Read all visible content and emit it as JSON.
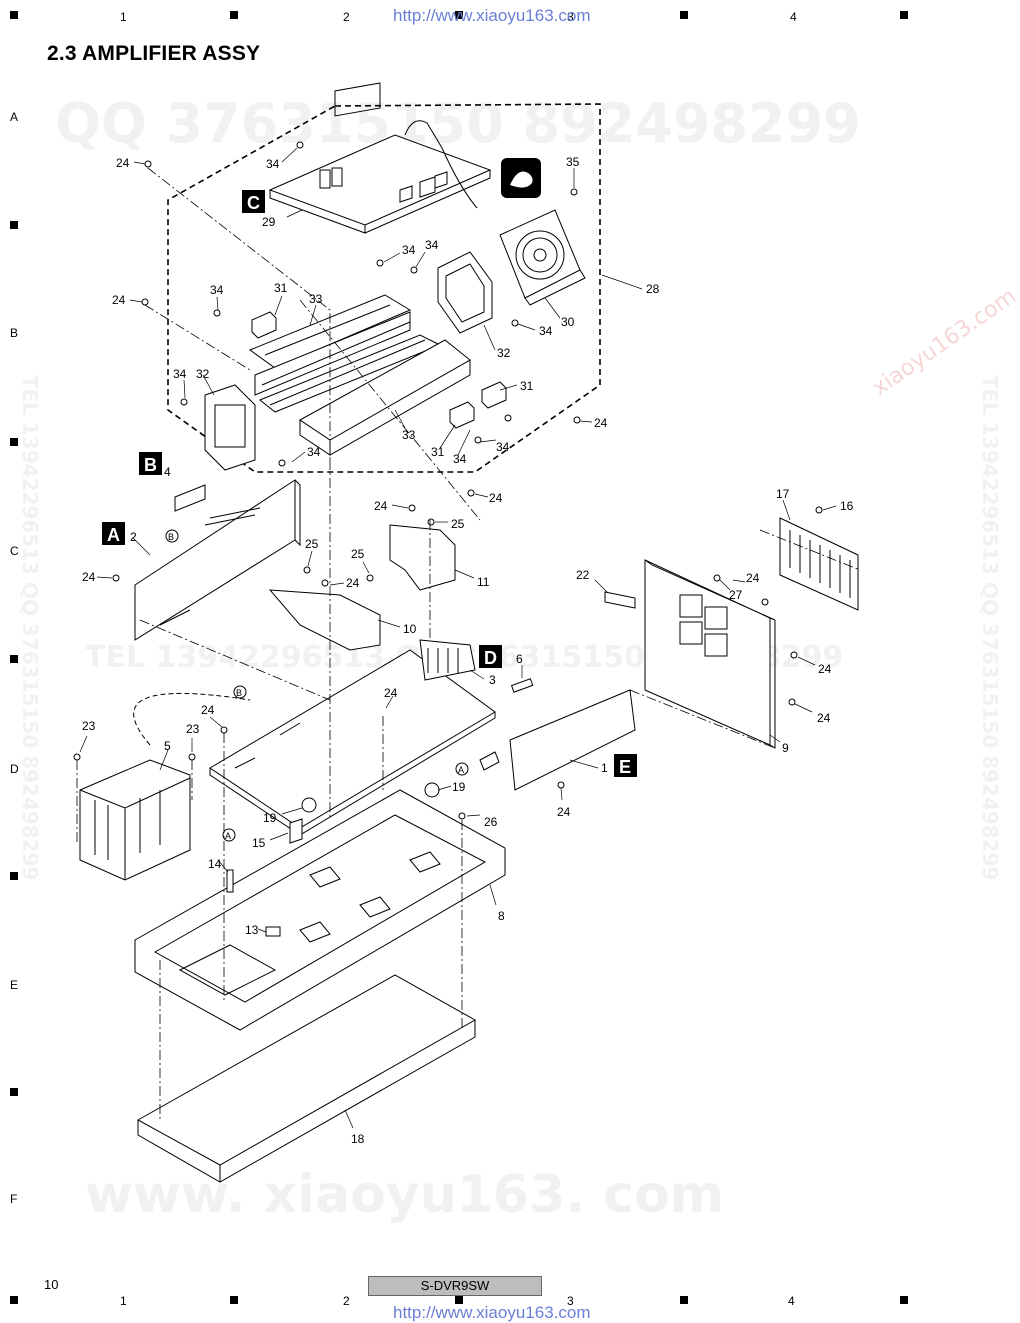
{
  "header": {
    "url_top": "http://www.xiaoyu163.com",
    "url_bottom": "http://www.xiaoyu163.com",
    "section_title": "2.3  AMPLIFIER ASSY"
  },
  "grid": {
    "columns": [
      "1",
      "2",
      "3",
      "4"
    ],
    "rows": [
      "A",
      "B",
      "C",
      "D",
      "E",
      "F"
    ]
  },
  "footer": {
    "page_number": "10",
    "model": "S-DVR9SW"
  },
  "watermarks": {
    "qq_top": "QQ 376315150    892498299",
    "tel_mid": "TEL 13942296513  QQ 376315150 892498299",
    "www_bottom": "www. xiaoyu163. com",
    "side_left": "TEL 13942296513  QQ 376315150  892498299",
    "side_right": "TEL 13942296513  QQ 376315150  892498299",
    "red_mark": "xiaoyu163.com"
  },
  "diagram": {
    "section_badges": [
      "A",
      "B",
      "C",
      "D",
      "E"
    ],
    "circle_refs": [
      "A",
      "B"
    ],
    "callouts": [
      {
        "id": "c1",
        "label": "24"
      },
      {
        "id": "c2",
        "label": "34"
      },
      {
        "id": "c3",
        "label": "C"
      },
      {
        "id": "c4",
        "label": "29"
      },
      {
        "id": "c5",
        "label": "35"
      },
      {
        "id": "c6",
        "label": "34"
      },
      {
        "id": "c7",
        "label": "34"
      },
      {
        "id": "c8",
        "label": "28"
      },
      {
        "id": "c9",
        "label": "24"
      },
      {
        "id": "c10",
        "label": "34"
      },
      {
        "id": "c11",
        "label": "31"
      },
      {
        "id": "c12",
        "label": "33"
      },
      {
        "id": "c13",
        "label": "34"
      },
      {
        "id": "c14",
        "label": "30"
      },
      {
        "id": "c15",
        "label": "32"
      },
      {
        "id": "c16",
        "label": "34"
      },
      {
        "id": "c17",
        "label": "32"
      },
      {
        "id": "c18",
        "label": "31"
      },
      {
        "id": "c19",
        "label": "33"
      },
      {
        "id": "c20",
        "label": "24"
      },
      {
        "id": "c21",
        "label": "34"
      },
      {
        "id": "c22",
        "label": "31"
      },
      {
        "id": "c23",
        "label": "34"
      },
      {
        "id": "c24",
        "label": "34"
      },
      {
        "id": "c25",
        "label": "4"
      },
      {
        "id": "c26",
        "label": "24"
      },
      {
        "id": "c27",
        "label": "24"
      },
      {
        "id": "c28",
        "label": "25"
      },
      {
        "id": "c29",
        "label": "2"
      },
      {
        "id": "c30",
        "label": "11"
      },
      {
        "id": "c31",
        "label": "24"
      },
      {
        "id": "c32",
        "label": "25"
      },
      {
        "id": "c33",
        "label": "25"
      },
      {
        "id": "c34",
        "label": "24"
      },
      {
        "id": "c35",
        "label": "10"
      },
      {
        "id": "c36",
        "label": "17"
      },
      {
        "id": "c37",
        "label": "16"
      },
      {
        "id": "c38",
        "label": "22"
      },
      {
        "id": "c39",
        "label": "24"
      },
      {
        "id": "c40",
        "label": "27"
      },
      {
        "id": "c41",
        "label": "24"
      },
      {
        "id": "c42",
        "label": "6"
      },
      {
        "id": "c43",
        "label": "3"
      },
      {
        "id": "c44",
        "label": "24"
      },
      {
        "id": "c45",
        "label": "24"
      },
      {
        "id": "c46",
        "label": "9"
      },
      {
        "id": "c47",
        "label": "23"
      },
      {
        "id": "c48",
        "label": "24"
      },
      {
        "id": "c49",
        "label": "23"
      },
      {
        "id": "c50",
        "label": "5"
      },
      {
        "id": "c51",
        "label": "19"
      },
      {
        "id": "c52",
        "label": "1"
      },
      {
        "id": "c53",
        "label": "19"
      },
      {
        "id": "c54",
        "label": "26"
      },
      {
        "id": "c55",
        "label": "24"
      },
      {
        "id": "c56",
        "label": "15"
      },
      {
        "id": "c57",
        "label": "14"
      },
      {
        "id": "c58",
        "label": "8"
      },
      {
        "id": "c59",
        "label": "13"
      },
      {
        "id": "c60",
        "label": "18"
      }
    ]
  }
}
